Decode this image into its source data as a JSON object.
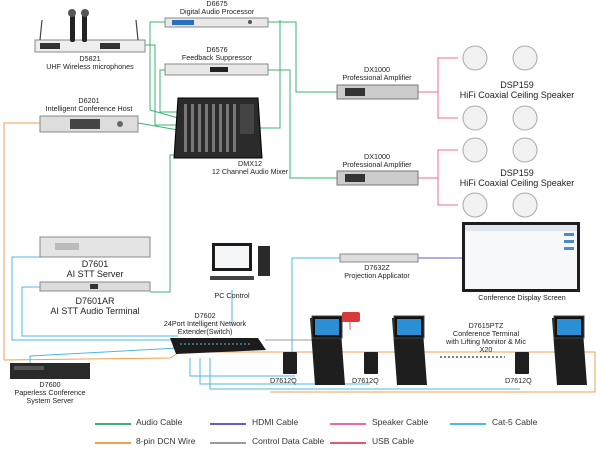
{
  "devices": {
    "mics": {
      "model": "D5821",
      "name": "UHF Wireless microphones"
    },
    "dsp": {
      "model": "D6675",
      "name": "Digital Audio Processor"
    },
    "feedback": {
      "model": "D6576",
      "name": "Feedback Suppressor"
    },
    "amp1": {
      "model": "DX1000",
      "name": "Professional  Amplifier"
    },
    "amp2": {
      "model": "DX1000",
      "name": "Professional  Amplifier"
    },
    "speakers1": {
      "model": "DSP159",
      "name": "HiFi Coaxial Ceiling Speaker"
    },
    "speakers2": {
      "model": "DSP159",
      "name": "HiFi Coaxial Ceiling Speaker"
    },
    "host": {
      "model": "D6201",
      "name": "Intelligent Conference Host"
    },
    "mixer": {
      "model": "DMX12",
      "name": "12 Channel Audio Mixer"
    },
    "stt_server": {
      "model": "D7601",
      "name": "AI STT Server"
    },
    "stt_terminal": {
      "model": "D7601AR",
      "name": "AI STT Audio Terminal"
    },
    "projection": {
      "model": "D7632Z",
      "name": "Projection Applicator"
    },
    "display": {
      "name": "Conference Display Screen"
    },
    "pc": {
      "name": "PC Control"
    },
    "switch": {
      "model": "D7602",
      "name_line1": "24Port Intelligent Network",
      "name_line2": "Extender(Switch)"
    },
    "server": {
      "model": "D7600",
      "name_line1": "Paperless Conference",
      "name_line2": "System Server"
    },
    "terminal": {
      "model": "D7615PTZ",
      "name_line1": "Conference Terminal",
      "name_line2": "with Lifting Monitor & Mic",
      "count": "X20"
    },
    "unit1": {
      "model": "D7612Q"
    },
    "unit2": {
      "model": "D7612Q"
    },
    "unit3": {
      "model": "D7612Q"
    }
  },
  "legend": [
    {
      "label": "Audio Cable",
      "color": "#3cb371"
    },
    {
      "label": "HDMI Cable",
      "color": "#6a5acd"
    },
    {
      "label": "Speaker Cable",
      "color": "#e86aa6"
    },
    {
      "label": "Cat-5 Cable",
      "color": "#4fb7e6"
    },
    {
      "label": "8-pin DCN Wire",
      "color": "#f0a050"
    },
    {
      "label": "Control Data Cable",
      "color": "#999999"
    },
    {
      "label": "USB Cable",
      "color": "#e05a6a"
    }
  ]
}
